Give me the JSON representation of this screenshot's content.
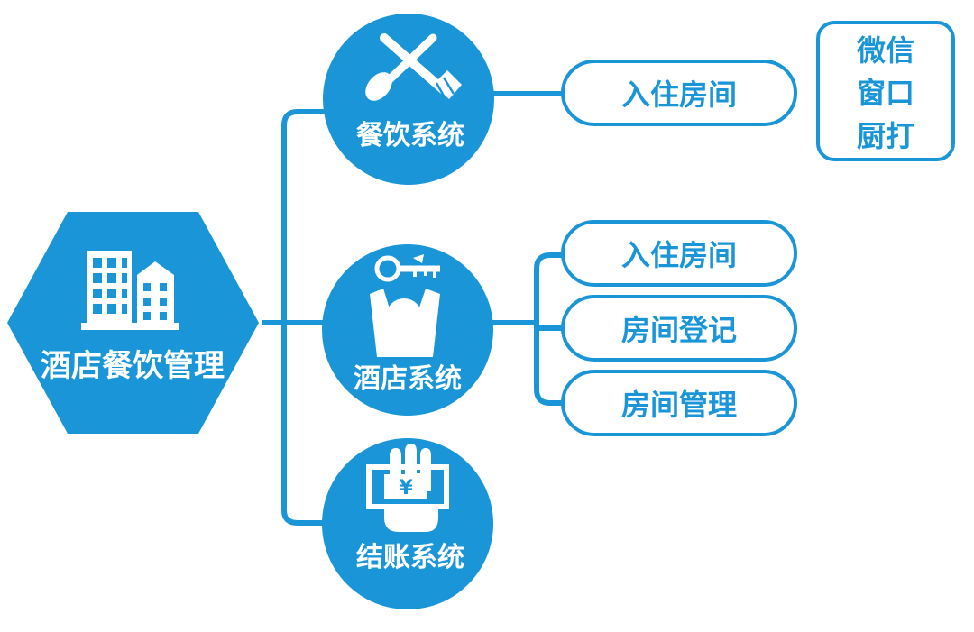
{
  "colors": {
    "primary": "#1a96d8",
    "white": "#ffffff"
  },
  "root": {
    "label": "酒店餐饮管理",
    "icon": "hotel-building-icon"
  },
  "systems": [
    {
      "label": "餐饮系统",
      "icon": "fork-spoon-icon"
    },
    {
      "label": "酒店系统",
      "icon": "person-with-key-icon"
    },
    {
      "label": "结账系统",
      "icon": "hand-holding-money-icon",
      "currency": "¥"
    }
  ],
  "dining_items": [
    {
      "label": "入住房间"
    }
  ],
  "order_channels": [
    "微信",
    "窗口",
    "厨打"
  ],
  "hotel_items": [
    {
      "label": "入住房间"
    },
    {
      "label": "房间登记"
    },
    {
      "label": "房间管理"
    }
  ]
}
